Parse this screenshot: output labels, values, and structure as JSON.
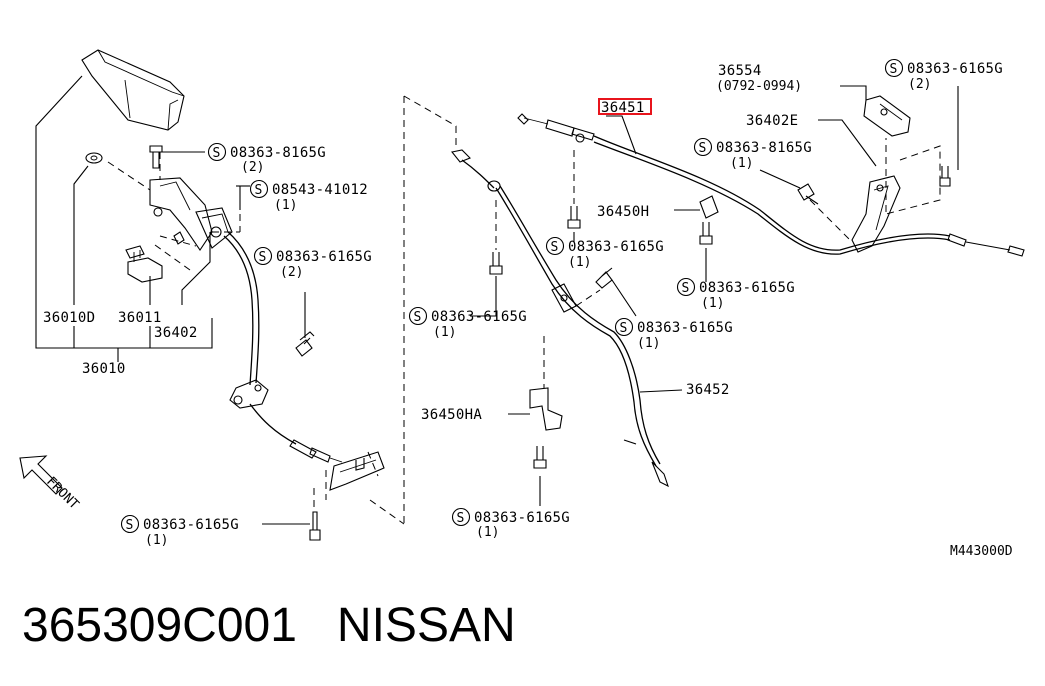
{
  "diagram": {
    "labels": {
      "part_36010D": "36010D",
      "part_36011": "36011",
      "part_36402": "36402",
      "part_36010": "36010",
      "bolt_8165G_left": "08363-8165G",
      "bolt_8165G_left_qty": "(2)",
      "bolt_41012": "08543-41012",
      "bolt_41012_qty": "(1)",
      "bolt_6165G_left_mid": "08363-6165G",
      "bolt_6165G_left_mid_qty": "(2)",
      "bolt_6165G_left_bottom": "08363-6165G",
      "bolt_6165G_left_bottom_qty": "(1)",
      "part_36451": "36451",
      "part_36554": "36554",
      "part_36554_range": "(0792-0994)",
      "bolt_6165G_top_right": "08363-6165G",
      "bolt_6165G_top_right_qty": "(2)",
      "part_36402E": "36402E",
      "bolt_8165G_right": "08363-8165G",
      "bolt_8165G_right_qty": "(1)",
      "part_36450H": "36450H",
      "bolt_6165G_center_a": "08363-6165G",
      "bolt_6165G_center_a_qty": "(1)",
      "bolt_6165G_center_b": "08363-6165G",
      "bolt_6165G_center_b_qty": "(1)",
      "bolt_6165G_mid_left": "08363-6165G",
      "bolt_6165G_mid_left_qty": "(1)",
      "bolt_6165G_mid_right": "08363-6165G",
      "bolt_6165G_mid_right_qty": "(1)",
      "part_36452": "36452",
      "part_36450HA": "36450HA",
      "bolt_6165G_bottom_center": "08363-6165G",
      "bolt_6165G_bottom_center_qty": "(1)",
      "front": "FRONT",
      "screw_symbol": "S"
    },
    "highlight_color": "#e8141c",
    "line_color": "#000000"
  },
  "drawing_code": "M443000D",
  "caption": "365309C001   NISSAN"
}
